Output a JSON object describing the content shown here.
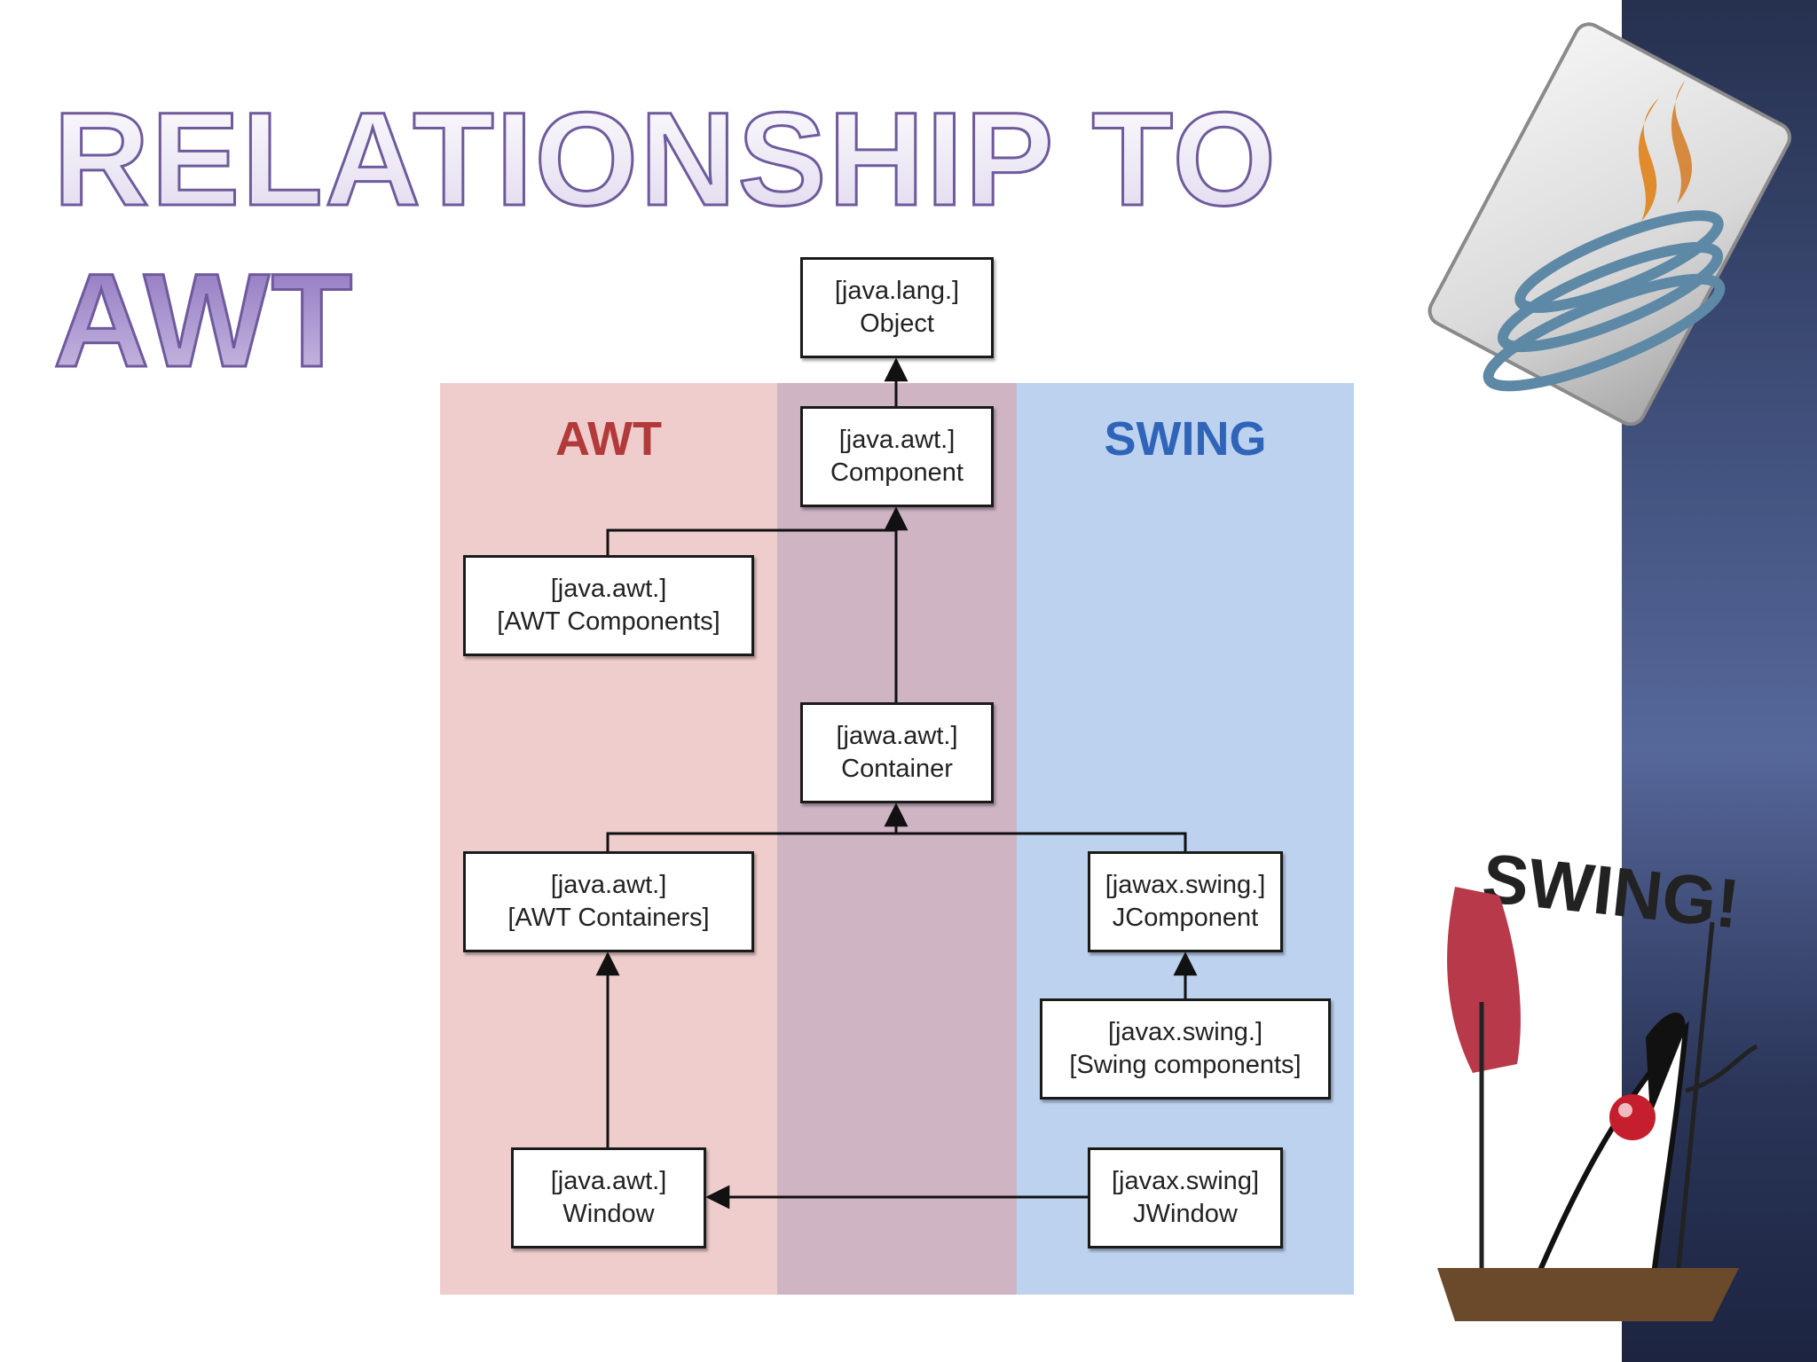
{
  "slide": {
    "title_line1": "RELATIONSHIP TO",
    "title_line2": "AWT"
  },
  "diagram": {
    "zones": {
      "awt_label": "AWT",
      "swing_label": "SWING"
    },
    "nodes": {
      "object": {
        "line1": "[java.lang.]",
        "line2": "Object"
      },
      "component": {
        "line1": "[java.awt.]",
        "line2": "Component"
      },
      "awt_components": {
        "line1": "[java.awt.]",
        "line2": "[AWT Components]"
      },
      "container": {
        "line1": "[jawa.awt.]",
        "line2": "Container"
      },
      "awt_containers": {
        "line1": "[java.awt.]",
        "line2": "[AWT Containers]"
      },
      "jcomponent": {
        "line1": "[jawax.swing.]",
        "line2": "JComponent"
      },
      "swing_components": {
        "line1": "[javax.swing.]",
        "line2": "[Swing components]"
      },
      "window": {
        "line1": "[java.awt.]",
        "line2": "Window"
      },
      "jwindow": {
        "line1": "[javax.swing]",
        "line2": "JWindow"
      }
    }
  },
  "decorations": {
    "mascot_text": "SWING!"
  },
  "colors": {
    "awt_zone": "#efcdcd",
    "shared_zone": "#cfb4c4",
    "swing_zone": "#bcd2ef",
    "awt_label": "#b23a3a",
    "swing_label": "#2f64b8",
    "title_fill": "#b9a8d6",
    "right_band": "#3f4f7a"
  }
}
